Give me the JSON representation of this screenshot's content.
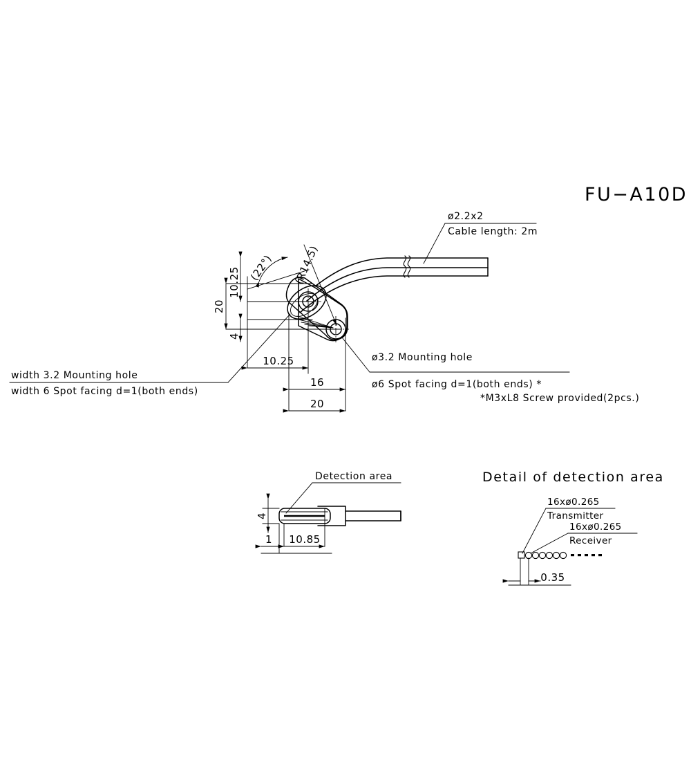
{
  "document": {
    "type": "technical-dimension-drawing",
    "model_title": "FU−A10D",
    "background_color": "#ffffff",
    "line_color": "#000000"
  },
  "views": {
    "main": {
      "name": "front-view",
      "callouts": {
        "cable": {
          "line1": "ø2.2x2",
          "line2": "Cable length: 2m"
        },
        "left_note": {
          "line1": "width 3.2 Mounting hole",
          "line2": "width 6 Spot facing d=1(both ends)"
        },
        "right_note": {
          "line1": "ø3.2 Mounting hole",
          "line2": "ø6 Spot facing d=1(both ends) *"
        },
        "screw_note": "*M3xL8 Screw provided(2pcs.)"
      },
      "dimensions": {
        "vert_10_25": "10.25",
        "vert_20": "20",
        "vert_4": "4",
        "horiz_10_25": "10.25",
        "horiz_16": "16",
        "horiz_20": "20",
        "angle": "(22°)",
        "radius": "(R14.5)"
      }
    },
    "side": {
      "name": "side-view",
      "label": "Detection area",
      "dimensions": {
        "height_4": "4",
        "offset_1": "1",
        "length_10_85": "10.85"
      }
    },
    "detail": {
      "name": "detection-area-detail",
      "title": "Detail of detection area",
      "callouts": {
        "transmitter": {
          "line1": "16xø0.265",
          "line2": "Transmitter"
        },
        "receiver": {
          "line1": "16xø0.265",
          "line2": "Receiver"
        }
      },
      "dimensions": {
        "pitch_0_35": "0.35"
      }
    }
  }
}
